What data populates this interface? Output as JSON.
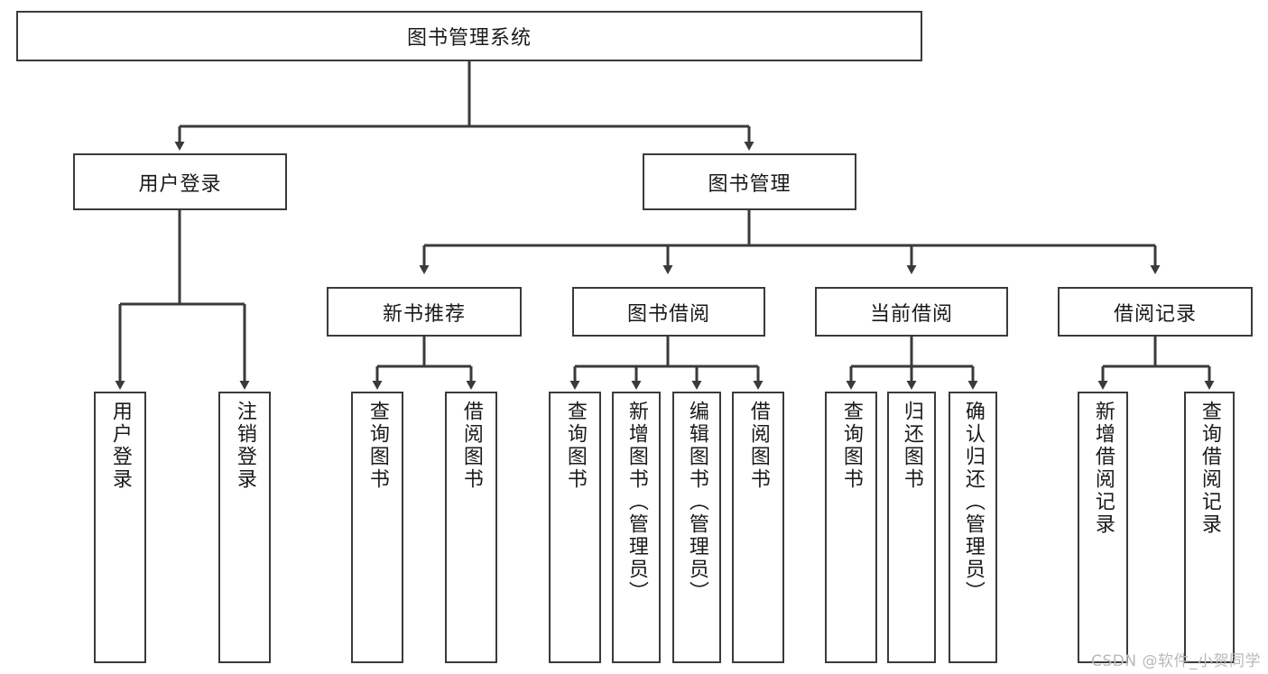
{
  "diagram": {
    "title": "图书管理系统",
    "watermark": "CSDN @软件_小贺同学",
    "colors": {
      "stroke": "#3a3a3a",
      "text": "#1a1a1a",
      "background": "#ffffff",
      "watermark": "#b9b9b9"
    },
    "root": {
      "label": "图书管理系统"
    },
    "level2": [
      {
        "label": "用户登录"
      },
      {
        "label": "图书管理"
      }
    ],
    "level3": [
      {
        "label": "新书推荐"
      },
      {
        "label": "图书借阅"
      },
      {
        "label": "当前借阅"
      },
      {
        "label": "借阅记录"
      }
    ],
    "leaves": {
      "user_login": [
        {
          "label": "用户登录"
        },
        {
          "label": "注销登录"
        }
      ],
      "new_book_recommend": [
        {
          "label": "查询图书"
        },
        {
          "label": "借阅图书"
        }
      ],
      "book_borrow": [
        {
          "label": "查询图书"
        },
        {
          "label": "新增图书（管理员）"
        },
        {
          "label": "编辑图书（管理员）"
        },
        {
          "label": "借阅图书"
        }
      ],
      "current_borrow": [
        {
          "label": "查询图书"
        },
        {
          "label": "归还图书"
        },
        {
          "label": "确认归还（管理员）"
        }
      ],
      "borrow_record": [
        {
          "label": "新增借阅记录"
        },
        {
          "label": "查询借阅记录"
        }
      ]
    }
  }
}
